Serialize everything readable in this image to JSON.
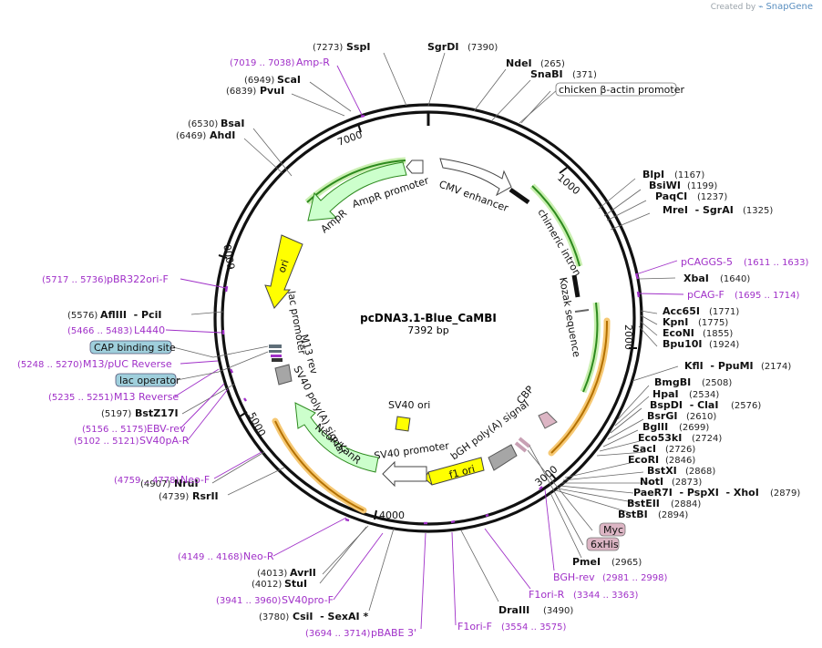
{
  "credit": {
    "prefix": "Created by",
    "brand": "SnapGene"
  },
  "plasmid": {
    "name": "pcDNA3.1-Blue_CaMBI",
    "length_label": "7392 bp"
  },
  "ticks": [
    "1000",
    "2000",
    "3000",
    "4000",
    "5000",
    "6000",
    "7000"
  ],
  "sites": [
    {
      "name": "SspI",
      "pos": "(7273)"
    },
    {
      "name": "SgrDI",
      "pos": "(7390)"
    },
    {
      "name": "NdeI",
      "pos": "(265)"
    },
    {
      "name": "SnaBI",
      "pos": "(371)"
    },
    {
      "name": "ScaI",
      "pos": "(6949)"
    },
    {
      "name": "PvuI",
      "pos": "(6839)"
    },
    {
      "name": "BsaI",
      "pos": "(6530)"
    },
    {
      "name": "AhdI",
      "pos": "(6469)"
    },
    {
      "name": "BlpI",
      "pos": "(1167)"
    },
    {
      "name": "BsiWI",
      "pos": "(1199)"
    },
    {
      "name": "PaqCI",
      "pos": "(1237)"
    },
    {
      "name": "MreI  - SgrAI",
      "pos": "(1325)"
    },
    {
      "name": "XbaI",
      "pos": "(1640)"
    },
    {
      "name": "Acc65I",
      "pos": "(1771)"
    },
    {
      "name": "KpnI",
      "pos": "(1775)"
    },
    {
      "name": "EcoNI",
      "pos": "(1855)"
    },
    {
      "name": "Bpu10I",
      "pos": "(1924)"
    },
    {
      "name": "KflI  - PpuMI",
      "pos": "(2174)"
    },
    {
      "name": "BmgBI",
      "pos": "(2508)"
    },
    {
      "name": "HpaI",
      "pos": "(2534)"
    },
    {
      "name": "BspDI  - ClaI",
      "pos": "(2576)"
    },
    {
      "name": "BsrGI",
      "pos": "(2610)"
    },
    {
      "name": "BglII",
      "pos": "(2699)"
    },
    {
      "name": "Eco53kI",
      "pos": "(2724)"
    },
    {
      "name": "SacI",
      "pos": "(2726)"
    },
    {
      "name": "EcoRI",
      "pos": "(2846)"
    },
    {
      "name": "BstXI",
      "pos": "(2868)"
    },
    {
      "name": "NotI",
      "pos": "(2873)"
    },
    {
      "name": "PaeR7I  - PspXI  - XhoI",
      "pos": "(2879)"
    },
    {
      "name": "BstEII",
      "pos": "(2884)"
    },
    {
      "name": "BstBI",
      "pos": "(2894)"
    },
    {
      "name": "PmeI",
      "pos": "(2965)"
    },
    {
      "name": "DraIII",
      "pos": "(3490)"
    },
    {
      "name": "CsiI  - SexAI *",
      "pos": "(3780)"
    },
    {
      "name": "StuI",
      "pos": "(4012)"
    },
    {
      "name": "AvrII",
      "pos": "(4013)"
    },
    {
      "name": "RsrII",
      "pos": "(4739)"
    },
    {
      "name": "NruI",
      "pos": "(4907)"
    },
    {
      "name": "BstZ17I",
      "pos": "(5197)"
    },
    {
      "name": "AflIII  - PciI",
      "pos": "(5576)"
    }
  ],
  "primers": [
    {
      "name": "Amp-R",
      "pos": "(7019 .. 7038)"
    },
    {
      "name": "pCAGGS-5",
      "pos": "(1611 .. 1633)"
    },
    {
      "name": "pCAG-F",
      "pos": "(1695 .. 1714)"
    },
    {
      "name": "pBR322ori-F",
      "pos": "(5717 .. 5736)"
    },
    {
      "name": "L4440",
      "pos": "(5466 .. 5483)"
    },
    {
      "name": "M13/pUC Reverse",
      "pos": "(5248 .. 5270)"
    },
    {
      "name": "M13 Reverse",
      "pos": "(5235 .. 5251)"
    },
    {
      "name": "EBV-rev",
      "pos": "(5156 .. 5175)"
    },
    {
      "name": "SV40pA-R",
      "pos": "(5102 .. 5121)"
    },
    {
      "name": "Neo-F",
      "pos": "(4759 .. 4778)"
    },
    {
      "name": "Neo-R",
      "pos": "(4149 .. 4168)"
    },
    {
      "name": "SV40pro-F",
      "pos": "(3941 .. 3960)"
    },
    {
      "name": "pBABE 3'",
      "pos": "(3694 .. 3714)"
    },
    {
      "name": "F1ori-F",
      "pos": "(3554 .. 3575)"
    },
    {
      "name": "F1ori-R",
      "pos": "(3344 .. 3363)"
    },
    {
      "name": "BGH-rev",
      "pos": "(2981 .. 2998)"
    }
  ],
  "features": {
    "chicken_promoter": "chicken β-actin promoter",
    "cmv": "CMV enhancer",
    "intron": "chimeric intron",
    "kozak": "Kozak sequence",
    "cbp": "CBP",
    "bgh": "bGH poly(A) signal",
    "f1": "f1 ori",
    "sv40pro": "SV40 promoter",
    "sv40ori": "SV40 ori",
    "neo": "NeoR/KanR",
    "sv40pa": "SV40 poly(A) signal",
    "m13rev": "M13 rev",
    "lacprom": "lac promoter",
    "ori": "ori",
    "ampr": "AmpR",
    "amprprom": "AmpR promoter",
    "cap": "CAP binding site",
    "lacop": "lac operator",
    "myc": "Myc",
    "his": "6xHis"
  },
  "colors": {
    "backbone": "#111111",
    "primer": "#a030c8",
    "ori": "#ffff00",
    "marker": "#ccffcc",
    "promoter": "#ffffff",
    "tag": "#dcb5c4",
    "protein_bind": "#9fcfdc",
    "polya": "#a6a6a6",
    "highlight_green": "#9cd86a",
    "highlight_orange": "#f6c873"
  }
}
